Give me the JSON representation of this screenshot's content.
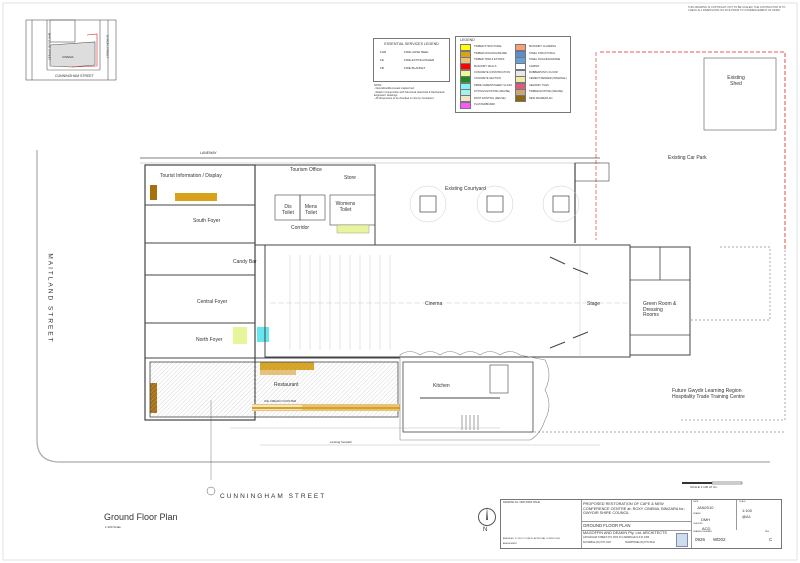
{
  "key_plan": {
    "street_bottom": "CUNNINGHAM STREET",
    "street_left": "MAITLAND STREET",
    "street_right": "BYRON STREET",
    "site": "CINEMA"
  },
  "services_legend": {
    "title": "ESSENTIAL SERVICES LEGEND",
    "items": [
      {
        "symbol": "FHR",
        "label": "FIRE HOSE REEL"
      },
      {
        "symbol": "FE",
        "label": "FIRE EXTINGUISHER"
      },
      {
        "symbol": "FB",
        "label": "FIRE BLANKET"
      }
    ],
    "notes_title": "NOTE:",
    "notes": [
      "- Demolition/Removals marked red.",
      "- Read in Conjunction with Structural, Electrical & Mechanical Engineers' drawings.",
      "- All dimensions to be checked on site by Contractor."
    ]
  },
  "legend": {
    "title": "LEGEND",
    "items": [
      {
        "label": "TIMBER STRUCTURAL",
        "color": "#ffff00"
      },
      {
        "label": "TIMBER NOGGING/FRAME",
        "color": "#d9a21b"
      },
      {
        "label": "TIMBER TRIM & EXTRAS",
        "color": "#e8c27a"
      },
      {
        "label": "MASONRY WALLS",
        "color": "#ff0000"
      },
      {
        "label": "CONCRETE CONSTRUCTION",
        "color": "#eef59b"
      },
      {
        "label": "CONCRETE SECTION",
        "color": "#1f8a1f"
      },
      {
        "label": "FIBRE CEMENT/SHEET GLASS",
        "color": "#7ff5f5"
      },
      {
        "label": "FITTINGS EXISTING (REUSE)",
        "color": "#a8f0f0"
      },
      {
        "label": "PAINT EXISTING (REUSE)",
        "color": "#f1e4c8"
      },
      {
        "label": "PLASTERBOARD",
        "color": "#ff55ff"
      },
      {
        "label": "MASONRY CLADDING",
        "color": "#f5a07a"
      },
      {
        "label": "STEEL STRUCTURAL",
        "color": "#5d8fd0"
      },
      {
        "label": "STEEL NOGGING/FRAME",
        "color": "#6aa0d8"
      },
      {
        "label": "CARPET",
        "color": "#ffffff"
      },
      {
        "label": "RUBBER/VINYL FLOOR",
        "color": "#e8e8e8"
      },
      {
        "label": "CEMENT RENDER (INTERNAL)",
        "color": "#f0eaa8"
      },
      {
        "label": "CERAMIC TILES",
        "color": "#e05a7a"
      },
      {
        "label": "TIMBER EXISTING (REUSE)",
        "color": "#c8a878"
      },
      {
        "label": "NEW FRAME/PLAN",
        "color": "#8a6a10"
      }
    ]
  },
  "top_note": "THIS DRAWING IS COPYRIGHT. NOT TO BE SCALED. THE CONTRACTOR IS TO CHECK ALL DIMENSIONS ON SITE PRIOR TO COMMENCEMENT OF WORK.",
  "streets": {
    "left": "MAITLAND STREET",
    "bottom": "CUNNINGHAM STREET"
  },
  "rooms": {
    "tourist_info": "Tourist Information / Display",
    "tourism_office": "Tourism Office",
    "store": "Store",
    "dis_toilet": "Dis Toilet",
    "mens_toilet": "Mens Toilet",
    "womens_toilet": "Womens Toilet",
    "corridor": "Corridor",
    "south_foyer": "South Foyer",
    "candy_bar": "Candy Bar",
    "central_foyer": "Central Foyer",
    "north_foyer": "North Foyer",
    "restaurant": "Restaurant",
    "cinema": "Cinema",
    "stage": "Stage",
    "green_room": "Green Room & Dressing Rooms",
    "kitchen": "Kitchen",
    "courtyard": "Existing Courtyard",
    "car_park": "Existing Car Park",
    "shed": "Existing Shed",
    "future": "Future Gwydir Learning Region Hospitality Trade Training Centre",
    "laneway": "LANEWAY",
    "ice_cream": "ICE CREAM COUNTER",
    "footpath": "existing footpath"
  },
  "plan_title": "Ground Floor Plan",
  "plan_scale": "1:100 Scale",
  "scale_bar": "SCALE 1:100 AT A1",
  "title_block": {
    "project": "PROPOSED RESTORATION OF CAFE & NEW CONFERENCE CENTRE at; ROXY CINEMA, BINGARA for; GWYDIR SHIRE COUNCIL",
    "drawing": "GROUND FLOOR PLAN",
    "architect": "MAGOFFIN AND DEAKIN Pty. Ltd. ARCHITECTS",
    "address": "128 DANGAR STREET (P.O. BOX 271) ARMIDALE N.S.W. 2350",
    "fax": "FACSIMILE (02) 6771 1627",
    "phone": "TELEPHONE (02) 6772 6611",
    "date_label": "DATE",
    "date": "JAN2010",
    "scale_label": "SCALE",
    "scale": "1:100 @A1",
    "drawn_label": "DRAWN",
    "drawn": "DMH",
    "checked_label": "CHECKED",
    "checked": "ACD",
    "number_label": "DRAWING NUMBER",
    "job": "0926",
    "sheet": "WD02",
    "rev_label": "REV",
    "rev": "C",
    "amend_title": "DRAWING No. 0926 WD02 ISSUE",
    "amend_1": "AMENDED TO SUIT COUNCIL APPROVAL CONDITIONS",
    "amend_2": "AMENDMENT"
  },
  "north": "N"
}
